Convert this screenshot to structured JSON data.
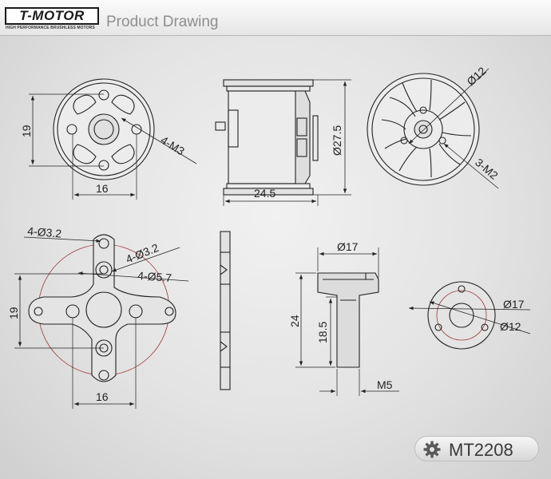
{
  "header": {
    "logo": "T-MOTOR",
    "tagline": "HIGH PERFORMANCE BRUSHLESS MOTORS",
    "title": "Product Drawing"
  },
  "badge": {
    "model": "MT2208",
    "icon": "gear-icon"
  },
  "dims": {
    "base_height": "19",
    "base_width": "16",
    "base_holes": "4-M3",
    "side_length": "24.5",
    "side_diameter": "Ø27.5",
    "top_diameter": "Ø12",
    "top_holes": "3-M2",
    "mount_holes": "4-Ø3.2",
    "mount_inner_holes": "4-Ø3.2",
    "mount_center": "4-Ø5.7",
    "mount_height": "19",
    "mount_width": "16",
    "adapter_diameter": "Ø17",
    "adapter_height": "24",
    "adapter_shaft": "18.5",
    "adapter_thread": "M5",
    "ring_outer": "Ø17",
    "ring_inner": "Ø12"
  },
  "colors": {
    "line": "#222222",
    "red": "#9b3a3a",
    "drawing_bg": "#e6e6e6"
  }
}
